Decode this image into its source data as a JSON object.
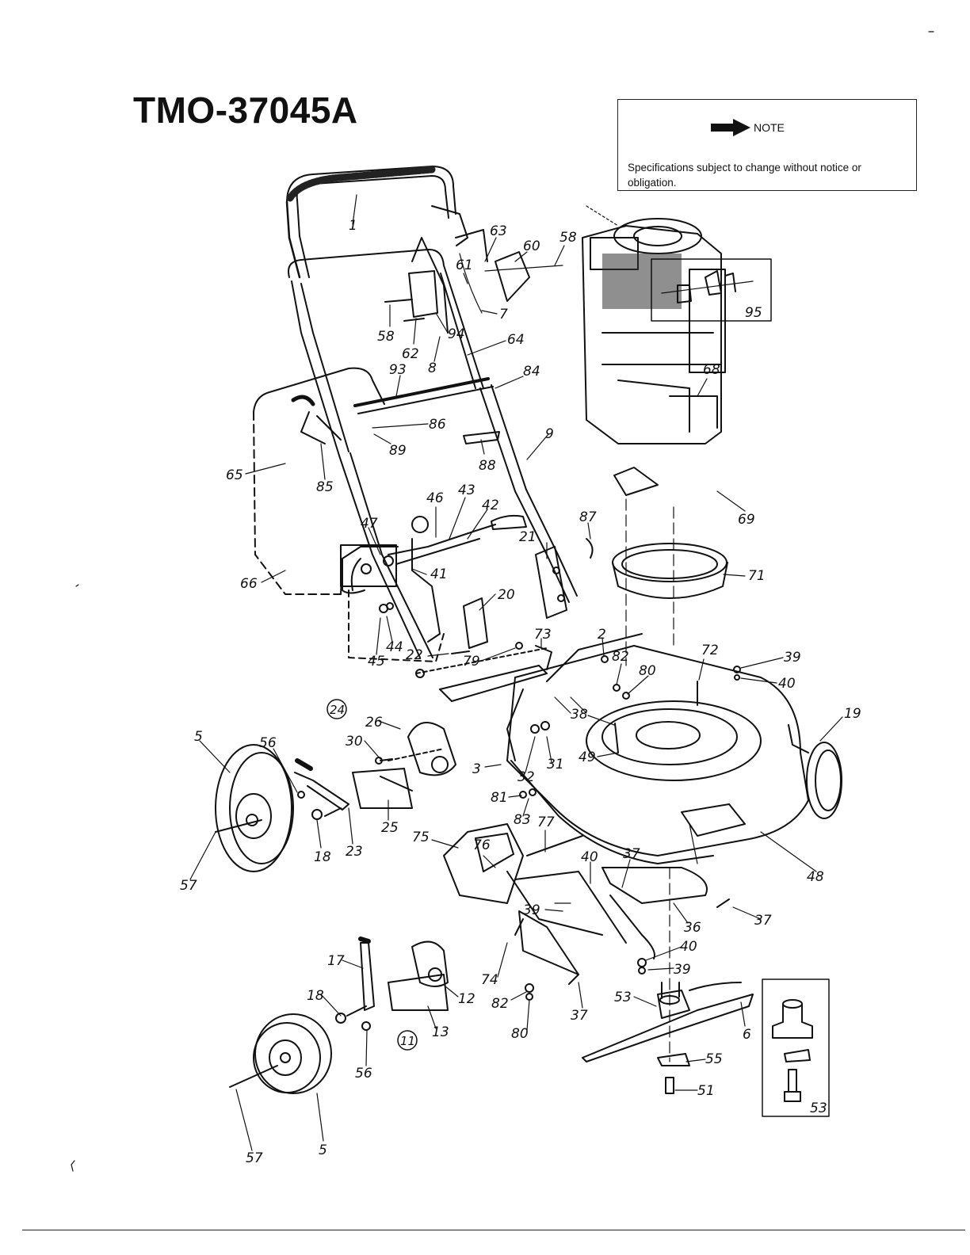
{
  "header": {
    "model": "TMO-37045A"
  },
  "note": {
    "label": "NOTE",
    "text": "Specifications subject to change without notice or obligation."
  },
  "callouts": {
    "c1": "1",
    "c63": "63",
    "c60": "60",
    "c58a": "58",
    "c61": "61",
    "c7": "7",
    "c58b": "58",
    "c62": "62",
    "c94": "94",
    "c8": "8",
    "c64": "64",
    "c93": "93",
    "c84": "84",
    "c86": "86",
    "c89": "89",
    "c88": "88",
    "c9": "9",
    "c65": "65",
    "c85": "85",
    "c68": "68",
    "c69": "69",
    "c46": "46",
    "c43": "43",
    "c42": "42",
    "c87": "87",
    "c47": "47",
    "c21": "21",
    "c41": "41",
    "c71": "71",
    "c66": "66",
    "c20": "20",
    "c44": "44",
    "c45": "45",
    "c22": "22",
    "c79": "79",
    "c73": "73",
    "c2": "2",
    "c82a": "82",
    "c80a": "80",
    "c72": "72",
    "c39a": "39",
    "c40a": "40",
    "c24": "24",
    "c26": "26",
    "c30": "30",
    "c5a": "5",
    "c56a": "56",
    "c38": "38",
    "c19": "19",
    "c49": "49",
    "c3": "3",
    "c32": "32",
    "c31": "31",
    "c81": "81",
    "c83": "83",
    "c25": "25",
    "c18a": "18",
    "c23": "23",
    "c57a": "57",
    "c77": "77",
    "c75": "75",
    "c76": "76",
    "c40b": "40",
    "c37a": "37",
    "c48": "48",
    "c39b": "39",
    "c36": "36",
    "c37b": "37",
    "c40c": "40",
    "c39c": "39",
    "c17": "17",
    "c12": "12",
    "c74": "74",
    "c18b": "18",
    "c13": "13",
    "c82b": "82",
    "c80b": "80",
    "c37c": "37",
    "c53a": "53",
    "c6": "6",
    "c55": "55",
    "c51": "51",
    "c53b": "53",
    "c11": "11",
    "c56b": "56",
    "c57b": "57",
    "c5b": "5",
    "c95": "95"
  },
  "colors": {
    "ink": "#111111",
    "paper": "#ffffff"
  }
}
